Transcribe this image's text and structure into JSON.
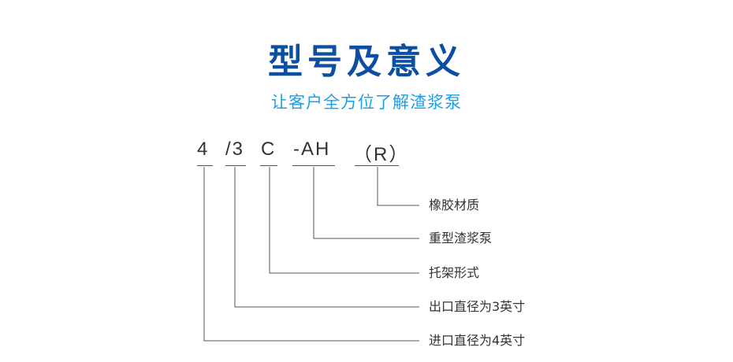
{
  "header": {
    "title": "型号及意义",
    "subtitle": "让客户全方位了解渣浆泵"
  },
  "model_code": {
    "parts": [
      "4",
      "/3",
      "C",
      "-AH",
      "（R）"
    ]
  },
  "meanings": [
    "橡胶材质",
    "重型渣浆泵",
    "托架形式",
    "出口直径为3英寸",
    "进口直径为4英寸"
  ],
  "colors": {
    "title": "#0b4ea2",
    "subtitle": "#1aa0e6",
    "text": "#333333",
    "lines": "#555555"
  }
}
